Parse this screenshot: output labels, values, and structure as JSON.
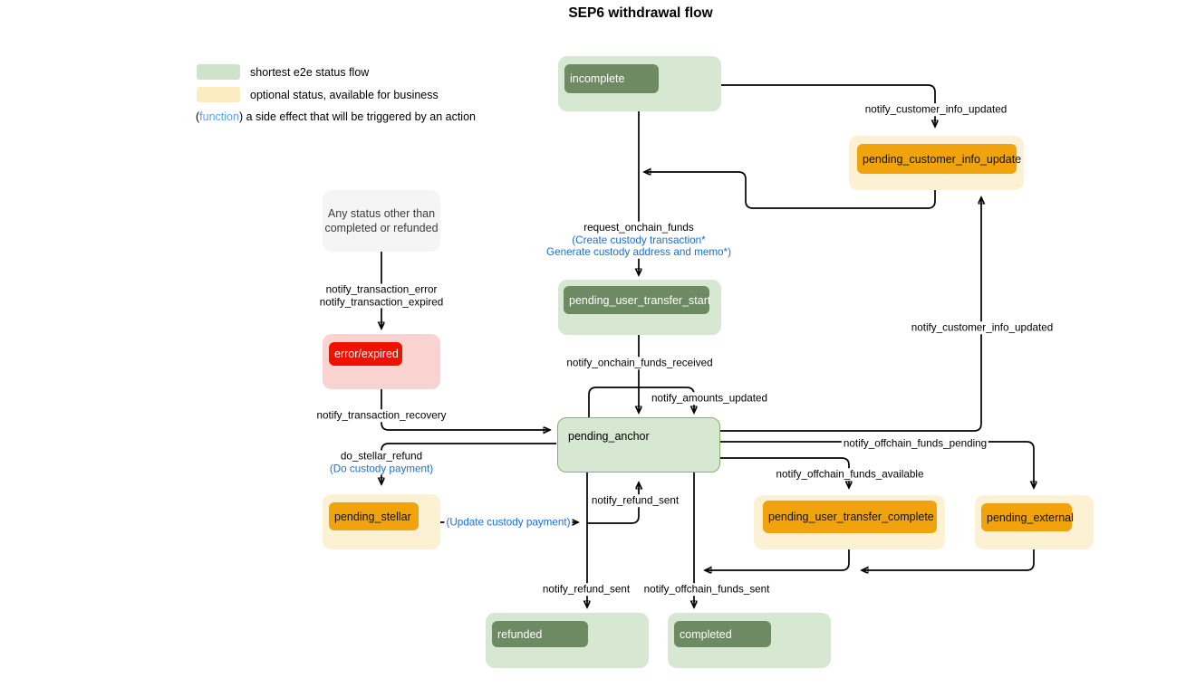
{
  "title": "SEP6 withdrawal flow",
  "legend": {
    "green_label": "shortest e2e status flow",
    "yellow_label": "optional status, available for business",
    "function_open": "(",
    "function_word": "function",
    "function_close": ")",
    "function_label": " a side effect that will be triggered by an action"
  },
  "nodes": {
    "incomplete": {
      "label": "incomplete"
    },
    "pending_customer_info_update": {
      "label": "pending_customer_info_update"
    },
    "any_status_note": {
      "line1": "Any status other than",
      "line2": "completed or refunded"
    },
    "error_expired": {
      "label": "error/expired"
    },
    "pending_user_transfer_start": {
      "label": "pending_user_transfer_start"
    },
    "pending_anchor": {
      "label": "pending_anchor"
    },
    "pending_stellar": {
      "label": "pending_stellar"
    },
    "pending_user_transfer_complete": {
      "label": "pending_user_transfer_complete"
    },
    "pending_external": {
      "label": "pending_external"
    },
    "refunded": {
      "label": "refunded"
    },
    "completed": {
      "label": "completed"
    }
  },
  "edge_labels": {
    "notify_customer_info_updated_top": "notify_customer_info_updated",
    "request_onchain_funds": "request_onchain_funds",
    "request_onchain_funds_fx1": "(Create custody transaction*",
    "request_onchain_funds_fx2": "Generate custody address and memo*)",
    "notify_transaction_error": "notify_transaction_error",
    "notify_transaction_expired": "notify_transaction_expired",
    "notify_onchain_funds_received": "notify_onchain_funds_received",
    "notify_amounts_updated": "notify_amounts_updated",
    "notify_transaction_recovery": "notify_transaction_recovery",
    "do_stellar_refund": "do_stellar_refund",
    "do_stellar_refund_fx": "(Do custody payment)",
    "update_custody_payment_fx": "(Update custody payment)",
    "notify_refund_sent_mid": "notify_refund_sent",
    "notify_offchain_funds_pending": "notify_offchain_funds_pending",
    "notify_offchain_funds_available": "notify_offchain_funds_available",
    "notify_customer_info_updated_right": "notify_customer_info_updated",
    "notify_refund_sent_bottom": "notify_refund_sent",
    "notify_offchain_funds_sent": "notify_offchain_funds_sent"
  },
  "colors": {
    "green-outer": "#d6e7d2",
    "green-inner": "#6e8a62",
    "anchor-border": "#85b368",
    "yellow-outer": "#fdf1d3",
    "orange-inner": "#f0a30c",
    "pink-outer": "#f8d3cf",
    "red-inner": "#f21000",
    "gray-note": "#f5f5f5",
    "blue-fx": "#1a6fd6",
    "blue-legend": "#5da2ea",
    "line": "#000000"
  }
}
